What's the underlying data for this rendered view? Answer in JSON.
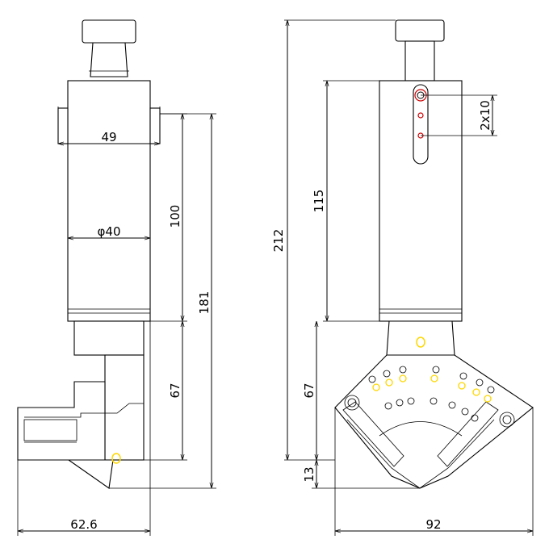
{
  "dimensions": {
    "side_view": {
      "width_flange": "49",
      "diameter": "φ40",
      "height_body": "100",
      "height_total": "181",
      "height_lower": "67",
      "width_base": "62.6"
    },
    "front_view": {
      "height_total": "212",
      "height_body": "115",
      "slot_pitch": "2x10",
      "height_lower": "67",
      "height_vee": "13",
      "width_base": "92"
    }
  },
  "colors": {
    "line": "#000000",
    "hole_highlight": "#ffd700",
    "hole_red": "#cc0000"
  }
}
